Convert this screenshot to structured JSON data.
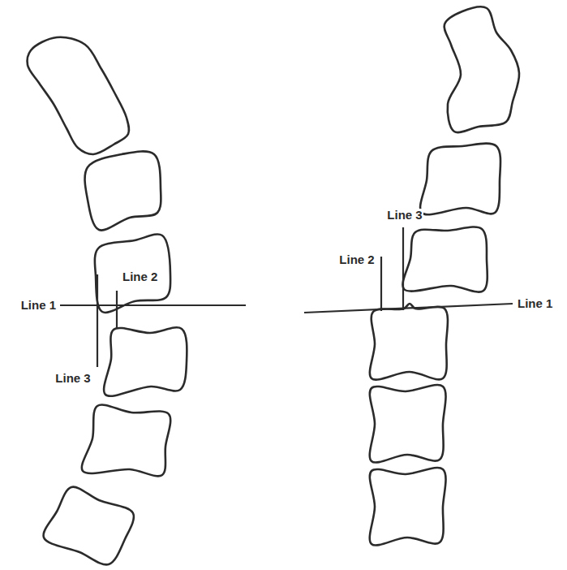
{
  "diagram": {
    "labels": [
      "Line 2",
      "Line 1",
      "Line 3",
      "Line 3",
      "Line 2",
      "Line 1"
    ]
  }
}
